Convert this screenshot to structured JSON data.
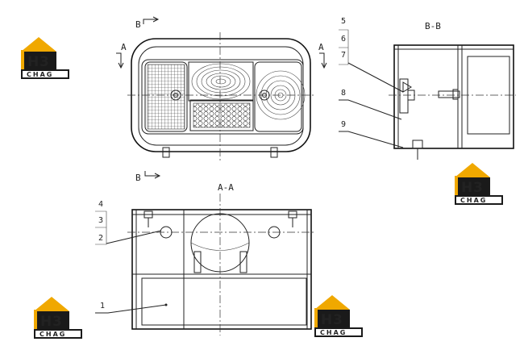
{
  "labels": {
    "section_b_top": "B",
    "section_b_bottom": "B",
    "section_a_left": "A",
    "section_a_right": "A",
    "title_bb": "B-B",
    "title_aa": "A-A",
    "callouts": [
      "1",
      "2",
      "3",
      "4",
      "5",
      "6",
      "7",
      "8",
      "9"
    ]
  },
  "logo": {
    "letters": "H3",
    "text": "CHAG",
    "colors": {
      "roof": "#f0a800",
      "dark": "#1a1a1a",
      "white": "#ffffff"
    }
  }
}
